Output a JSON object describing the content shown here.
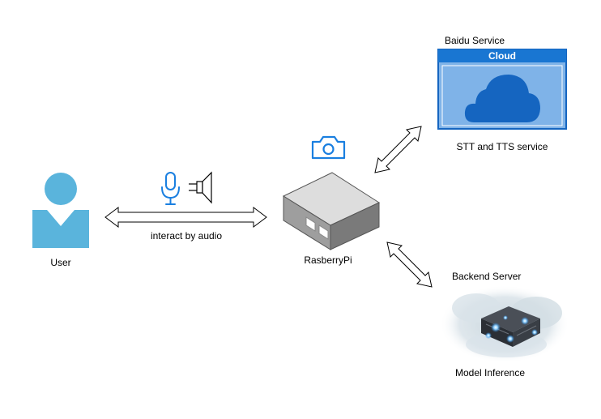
{
  "nodes": {
    "user": {
      "label": "User"
    },
    "raspberry": {
      "label": "RasberryPi"
    },
    "baidu": {
      "title": "Baidu Service",
      "cloud_header": "Cloud",
      "caption": "STT and TTS service"
    },
    "backend": {
      "title": "Backend Server",
      "caption": "Model Inference"
    }
  },
  "edges": {
    "user_pi": {
      "label": "interact by audio"
    }
  },
  "icons": {
    "user": "user-icon",
    "microphone": "microphone-icon",
    "speaker": "speaker-icon",
    "camera": "camera-icon",
    "device": "raspberry-pi-box-icon",
    "cloud": "cloud-icon",
    "server": "server-cloud-icon"
  },
  "colors": {
    "user_blue": "#5ab4dc",
    "icon_blue": "#1a7fe0",
    "cloud_border": "#1565c0",
    "cloud_header": "#1976d2",
    "cloud_fill": "#7fb3e8",
    "device_gray": "#9e9e9e"
  }
}
